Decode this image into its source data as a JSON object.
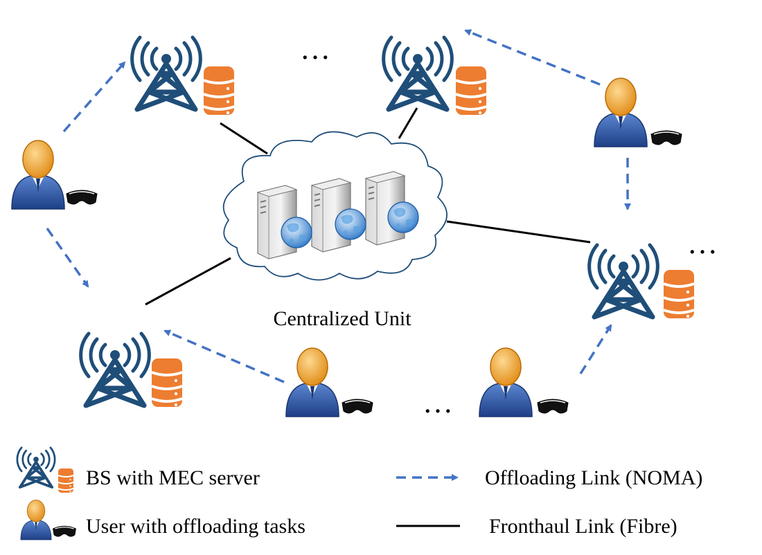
{
  "diagram": {
    "center_label": "Centralized Unit",
    "ellipsis": "…"
  },
  "legend": {
    "bs_label": "BS with MEC server",
    "user_label": "User with offloading tasks",
    "offloading_label": "Offloading Link (NOMA)",
    "fronthaul_label": "Fronthaul Link (Fibre)"
  },
  "icons": {
    "tower": "radio-tower-icon",
    "database": "database-icon",
    "user": "user-icon",
    "headset": "vr-headset-icon",
    "cloud": "cloud-icon",
    "server": "server-icon",
    "globe": "globe-icon"
  },
  "colors": {
    "tower": "#1f4e79",
    "database": "#ed7d31",
    "offloading_link": "#4472c4",
    "fronthaul_link": "#000000",
    "user_head": "#f0a830",
    "user_body": "#2e5ca8"
  }
}
